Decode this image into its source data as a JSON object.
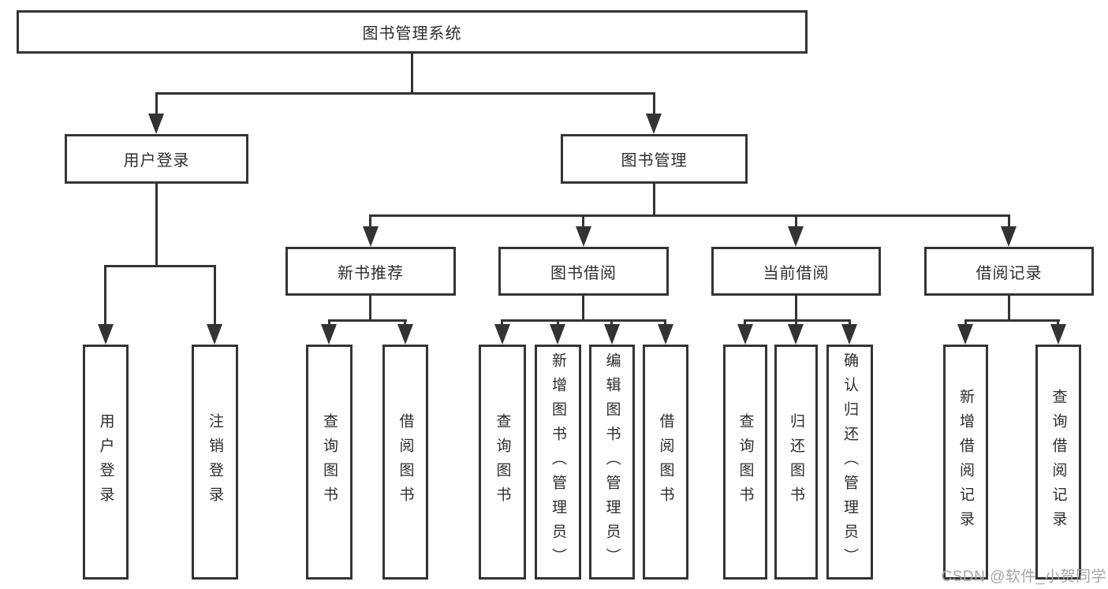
{
  "nodes": {
    "root": "图书管理系统",
    "user_login": "用户登录",
    "book_mgmt": "图书管理",
    "new_book_rec": "新书推荐",
    "book_borrow": "图书借阅",
    "current_borrow": "当前借阅",
    "borrow_records": "借阅记录"
  },
  "leaves": [
    "用户登录",
    "注销登录",
    "查询图书",
    "借阅图书",
    "查询图书",
    "新增图书（管理员）",
    "编辑图书（管理员）",
    "借阅图书",
    "查询图书",
    "归还图书",
    "确认归还（管理员）",
    "新增借阅记录",
    "查询借阅记录"
  ],
  "watermark": "CSDN @软件_小贺同学",
  "colors": {
    "line": "#333333",
    "box_border": "#343434",
    "box_fill": "#ffffff",
    "text": "#2d2d2d",
    "watermark": "#a6a6a6"
  }
}
